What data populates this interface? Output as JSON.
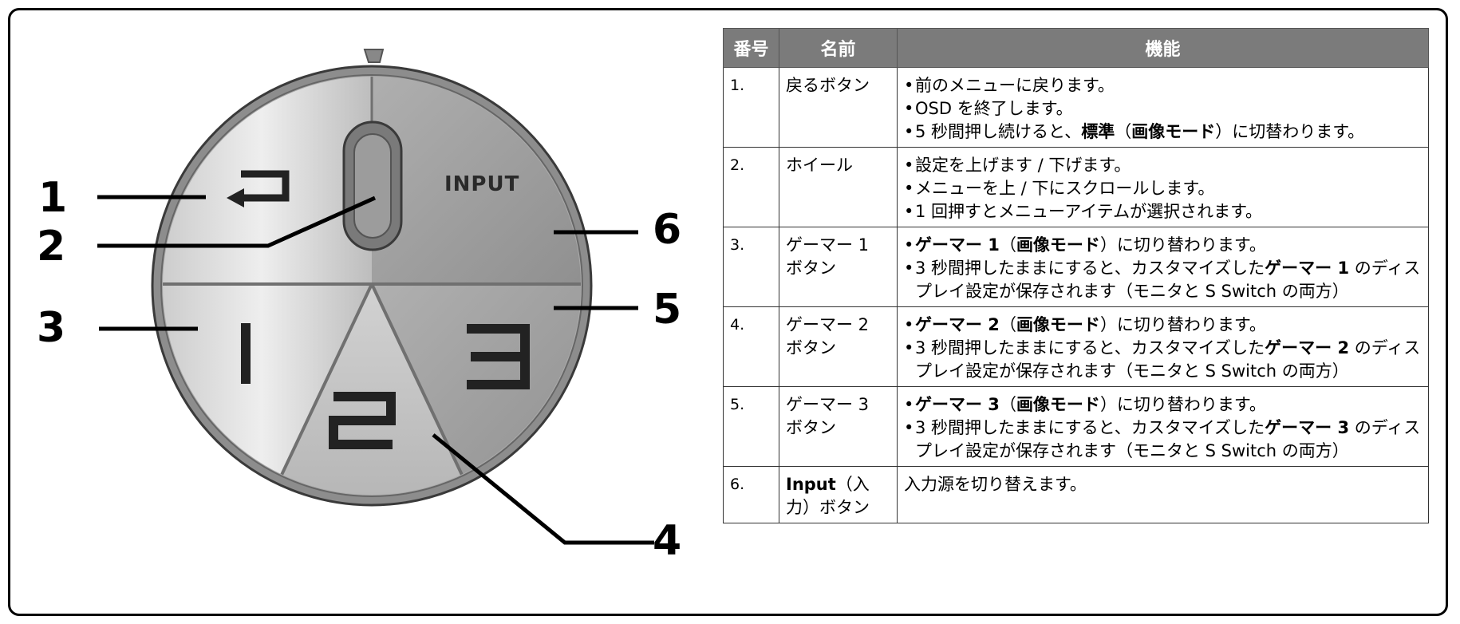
{
  "diagram": {
    "callouts": [
      "1",
      "2",
      "3",
      "4",
      "5",
      "6"
    ],
    "input_text": "INPUT",
    "back_icon": "return-arrow-icon",
    "keys": [
      "1",
      "2",
      "3"
    ]
  },
  "table": {
    "headers": {
      "no": "番号",
      "name": "名前",
      "function": "機能"
    },
    "rows": [
      {
        "no": "1.",
        "name": "戻るボタン",
        "items": [
          [
            {
              "t": "前のメニューに戻ります。"
            }
          ],
          [
            {
              "t": "OSD を終了します。"
            }
          ],
          [
            {
              "t": "5 秒間押し続けると、"
            },
            {
              "t": "標準",
              "b": true
            },
            {
              "t": "（"
            },
            {
              "t": "画像モード",
              "b": true
            },
            {
              "t": "）に切替わります。"
            }
          ]
        ]
      },
      {
        "no": "2.",
        "name": "ホイール",
        "items": [
          [
            {
              "t": "設定を上げます / 下げます。"
            }
          ],
          [
            {
              "t": "メニューを上 / 下にスクロールします。"
            }
          ],
          [
            {
              "t": "1 回押すとメニューアイテムが選択されます。"
            }
          ]
        ]
      },
      {
        "no": "3.",
        "name": "ゲーマー 1 ボタン",
        "items": [
          [
            {
              "t": "ゲーマー 1",
              "b": true
            },
            {
              "t": "（"
            },
            {
              "t": "画像モード",
              "b": true
            },
            {
              "t": "）に切り替わります。"
            }
          ],
          [
            {
              "t": "3 秒間押したままにすると、カスタマイズした"
            },
            {
              "t": "ゲーマー 1",
              "b": true
            },
            {
              "t": " のディスプレイ設定が保存されます（モニタと S Switch の両方）"
            }
          ]
        ]
      },
      {
        "no": "4.",
        "name": "ゲーマー 2 ボタン",
        "items": [
          [
            {
              "t": "ゲーマー 2",
              "b": true
            },
            {
              "t": "（"
            },
            {
              "t": "画像モード",
              "b": true
            },
            {
              "t": "）に切り替わります。"
            }
          ],
          [
            {
              "t": "3 秒間押したままにすると、カスタマイズした"
            },
            {
              "t": "ゲーマー 2",
              "b": true
            },
            {
              "t": " のディスプレイ設定が保存されます（モニタと S Switch の両方）"
            }
          ]
        ]
      },
      {
        "no": "5.",
        "name": "ゲーマー 3 ボタン",
        "items": [
          [
            {
              "t": "ゲーマー 3",
              "b": true
            },
            {
              "t": "（"
            },
            {
              "t": "画像モード",
              "b": true
            },
            {
              "t": "）に切り替わります。"
            }
          ],
          [
            {
              "t": "3 秒間押したままにすると、カスタマイズした"
            },
            {
              "t": "ゲーマー 3",
              "b": true
            },
            {
              "t": " のディスプレイ設定が保存されます（モニタと S Switch の両方）"
            }
          ]
        ]
      },
      {
        "no": "6.",
        "name_parts": [
          {
            "t": "Input",
            "b": true
          },
          {
            "t": "（入力）ボタン"
          }
        ],
        "items": [
          [
            {
              "t": "入力源を切り替えます。",
              "plain": true
            }
          ]
        ]
      }
    ]
  }
}
